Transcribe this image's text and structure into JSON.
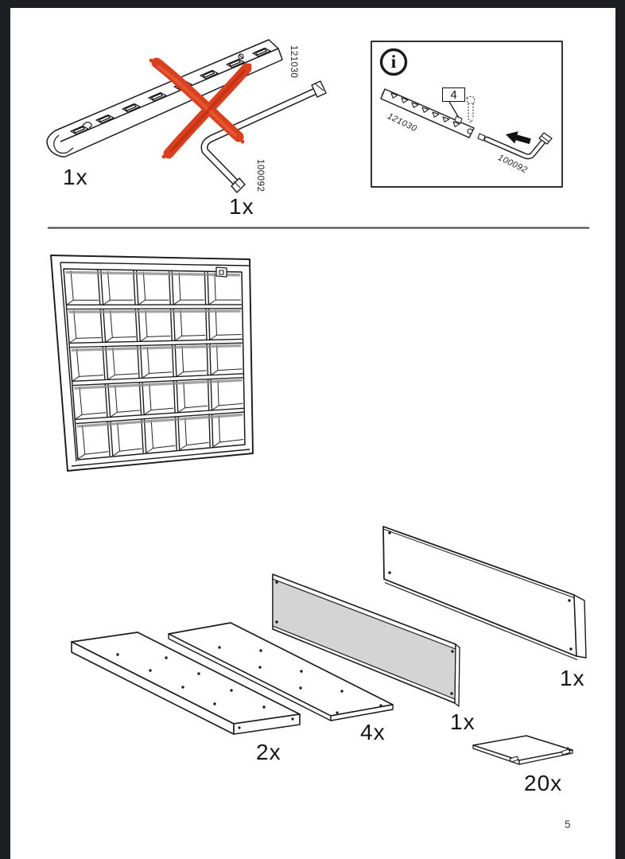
{
  "frame": {
    "bg": "#1d1f22",
    "page_bg": "#ffffff"
  },
  "top_left": {
    "rail_part": "121030",
    "rail_qty": "1x",
    "key_part": "100092",
    "key_qty": "1x",
    "cross_color": "#d8401f"
  },
  "info_box": {
    "icon_glyph": "i",
    "callout": "4",
    "rail_part": "121030",
    "key_part": "100092"
  },
  "parts": {
    "thick_board_qty": "2x",
    "thin_board_qty": "4x",
    "gray_panel_qty": "1x",
    "back_panel_qty": "1x",
    "square_panel_qty": "20x",
    "gray_fill": "#d4d4d4"
  },
  "page_number": "5"
}
